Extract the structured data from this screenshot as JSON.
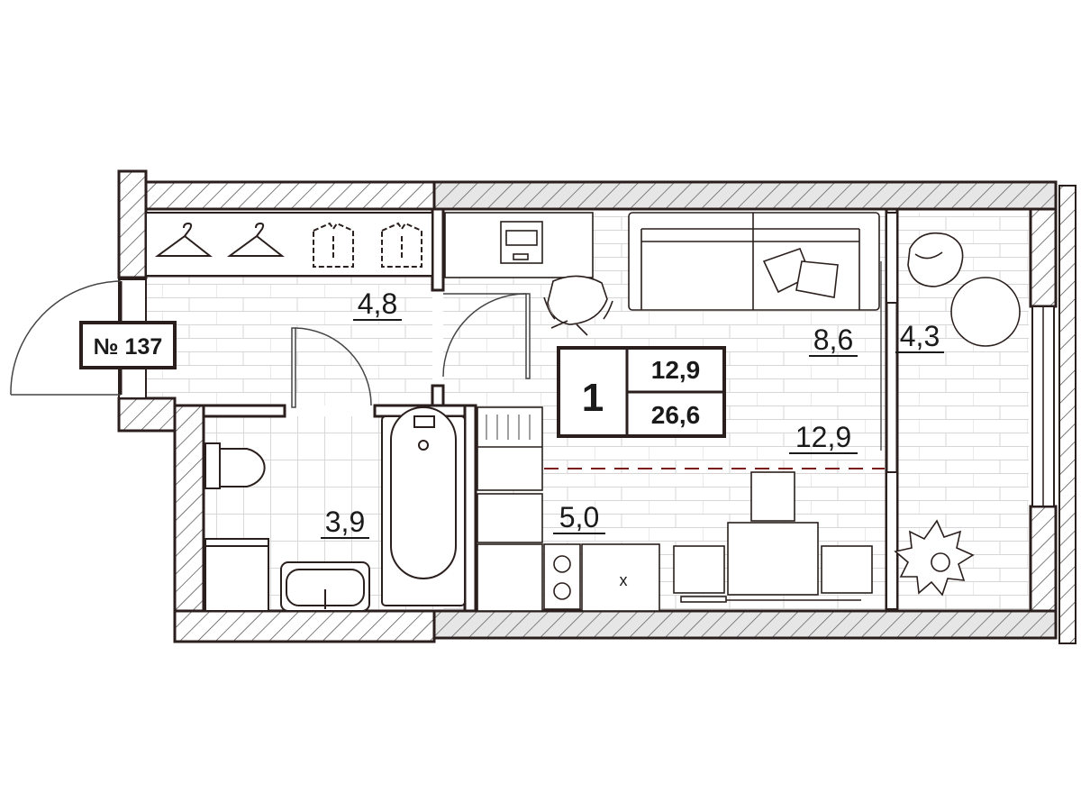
{
  "apartment": {
    "number_label": "№ 137",
    "rooms_count": "1",
    "living_area": "12,9",
    "total_area": "26,6"
  },
  "rooms": {
    "hallway_area": "4,8",
    "bathroom_area": "3,9",
    "kitchen_area": "5,0",
    "living_zone_area": "8,6",
    "room_area": "12,9",
    "balcony_area": "4,3"
  },
  "furniture": {
    "stove_mark": "x"
  },
  "colors": {
    "wall": "#2a1f1c",
    "line": "#3a3a3a",
    "tile": "#d4d4d4",
    "zone_divider": "#7a1a1a"
  }
}
